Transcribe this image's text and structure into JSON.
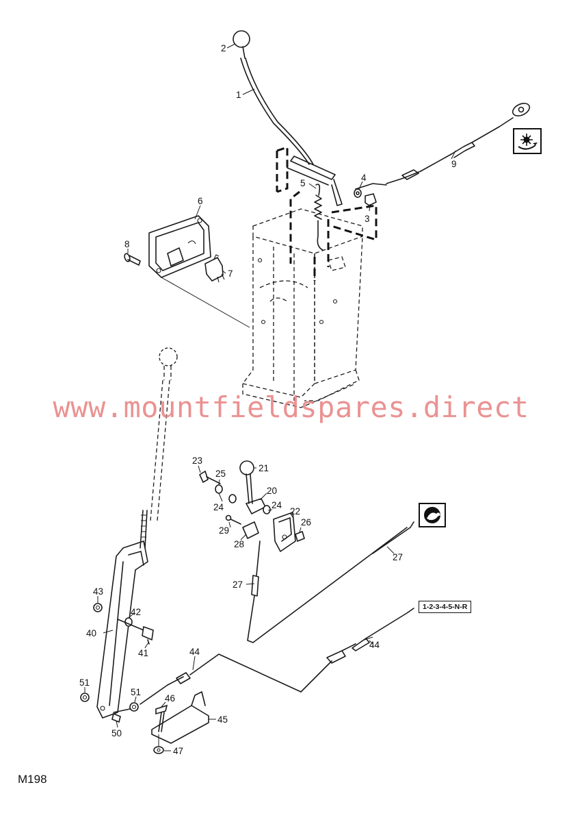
{
  "drawing_code": "M198",
  "watermark": "www.mountfieldspares.direct",
  "gear_pattern_label": "1-2-3-4-5-N-R",
  "icons": {
    "throttle_symbol": "sun-with-rotation-arrow-icon",
    "speed_symbol": "hare-icon"
  },
  "callouts": [
    "1",
    "2",
    "3",
    "4",
    "5",
    "6",
    "7",
    "8",
    "9",
    "20",
    "21",
    "22",
    "23",
    "24",
    "24",
    "25",
    "26",
    "27",
    "27",
    "28",
    "29",
    "40",
    "41",
    "42",
    "43",
    "44",
    "44",
    "45",
    "46",
    "47",
    "50",
    "51",
    "51"
  ]
}
